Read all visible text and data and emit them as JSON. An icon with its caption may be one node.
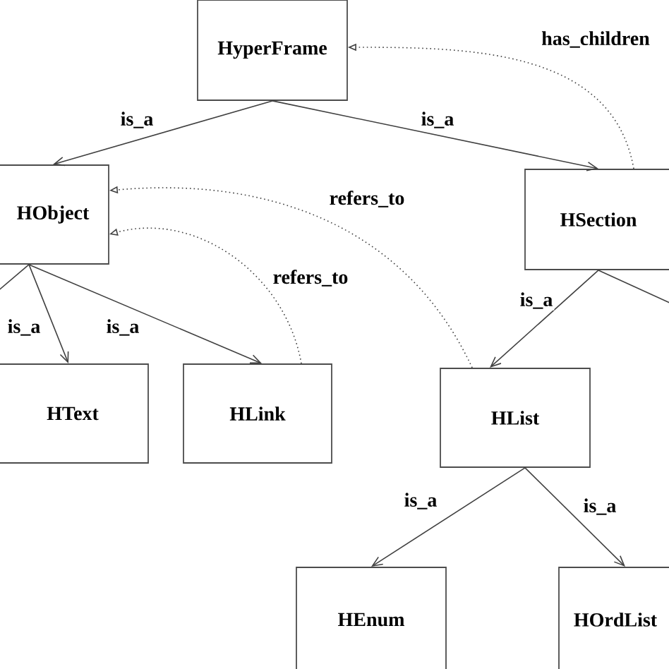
{
  "diagram": {
    "nodes": [
      {
        "text": [
          "HyperFrame"
        ]
      },
      {
        "text": [
          "HObject"
        ]
      },
      {
        "text": [
          "HSection"
        ]
      },
      {
        "text": [
          "HText"
        ]
      },
      {
        "text": [
          "HLink"
        ]
      },
      {
        "text": [
          "HList"
        ]
      },
      {
        "text": [
          "HEnum"
        ]
      },
      {
        "text": [
          "HOrdList"
        ]
      }
    ],
    "edges": [
      {
        "from": 0,
        "to": 1,
        "arrow": "to",
        "label": "is_a"
      },
      {
        "from": 0,
        "to": 2,
        "arrow": "to",
        "label": "is_a"
      },
      {
        "from": 2,
        "to": 0,
        "arrow": "to",
        "label": "has_children",
        "style": "dashed"
      },
      {
        "from": 5,
        "to": 1,
        "arrow": "to",
        "label": "refers_to",
        "style": "dashed"
      },
      {
        "from": 4,
        "to": 1,
        "arrow": "to",
        "label": "refers_to",
        "style": "dashed"
      },
      {
        "from": 1,
        "to": 3,
        "arrow": "to",
        "label": "is_a"
      },
      {
        "from": 1,
        "to": 4,
        "arrow": "to",
        "label": "is_a"
      },
      {
        "from": 1,
        "to": null,
        "arrow": "none"
      },
      {
        "from": 2,
        "to": 5,
        "arrow": "to",
        "label": "is_a"
      },
      {
        "from": 2,
        "to": null,
        "arrow": "none"
      },
      {
        "from": 5,
        "to": 6,
        "arrow": "to",
        "label": "is_a"
      },
      {
        "from": 5,
        "to": 7,
        "arrow": "to",
        "label": "is_a"
      }
    ]
  }
}
